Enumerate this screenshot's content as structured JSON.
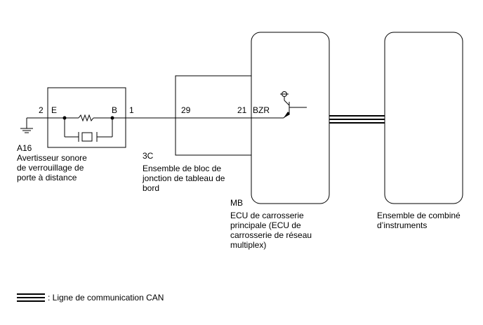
{
  "a16": {
    "code": "A16",
    "name_line1": "Avertisseur sonore",
    "name_line2": "de verrouillage de",
    "name_line3": "porte à distance",
    "pin_e_number": "2",
    "pin_e_label": "E",
    "pin_b_label": "B",
    "pin_b_number": "1"
  },
  "junction": {
    "pin_in": "29",
    "code": "3C",
    "name_line1": "Ensemble de bloc de",
    "name_line2": "jonction de tableau de",
    "name_line3": "bord"
  },
  "ecu": {
    "pin_number": "21",
    "pin_label": "BZR",
    "code": "MB",
    "name_line1": "ECU de carrosserie",
    "name_line2": "principale (ECU de",
    "name_line3": "carrosserie de réseau",
    "name_line4": "multiplex)"
  },
  "combi": {
    "name_line1": "Ensemble de combiné",
    "name_line2": "d’instruments"
  },
  "legend": {
    "can_label": ": Ligne de communication CAN"
  }
}
